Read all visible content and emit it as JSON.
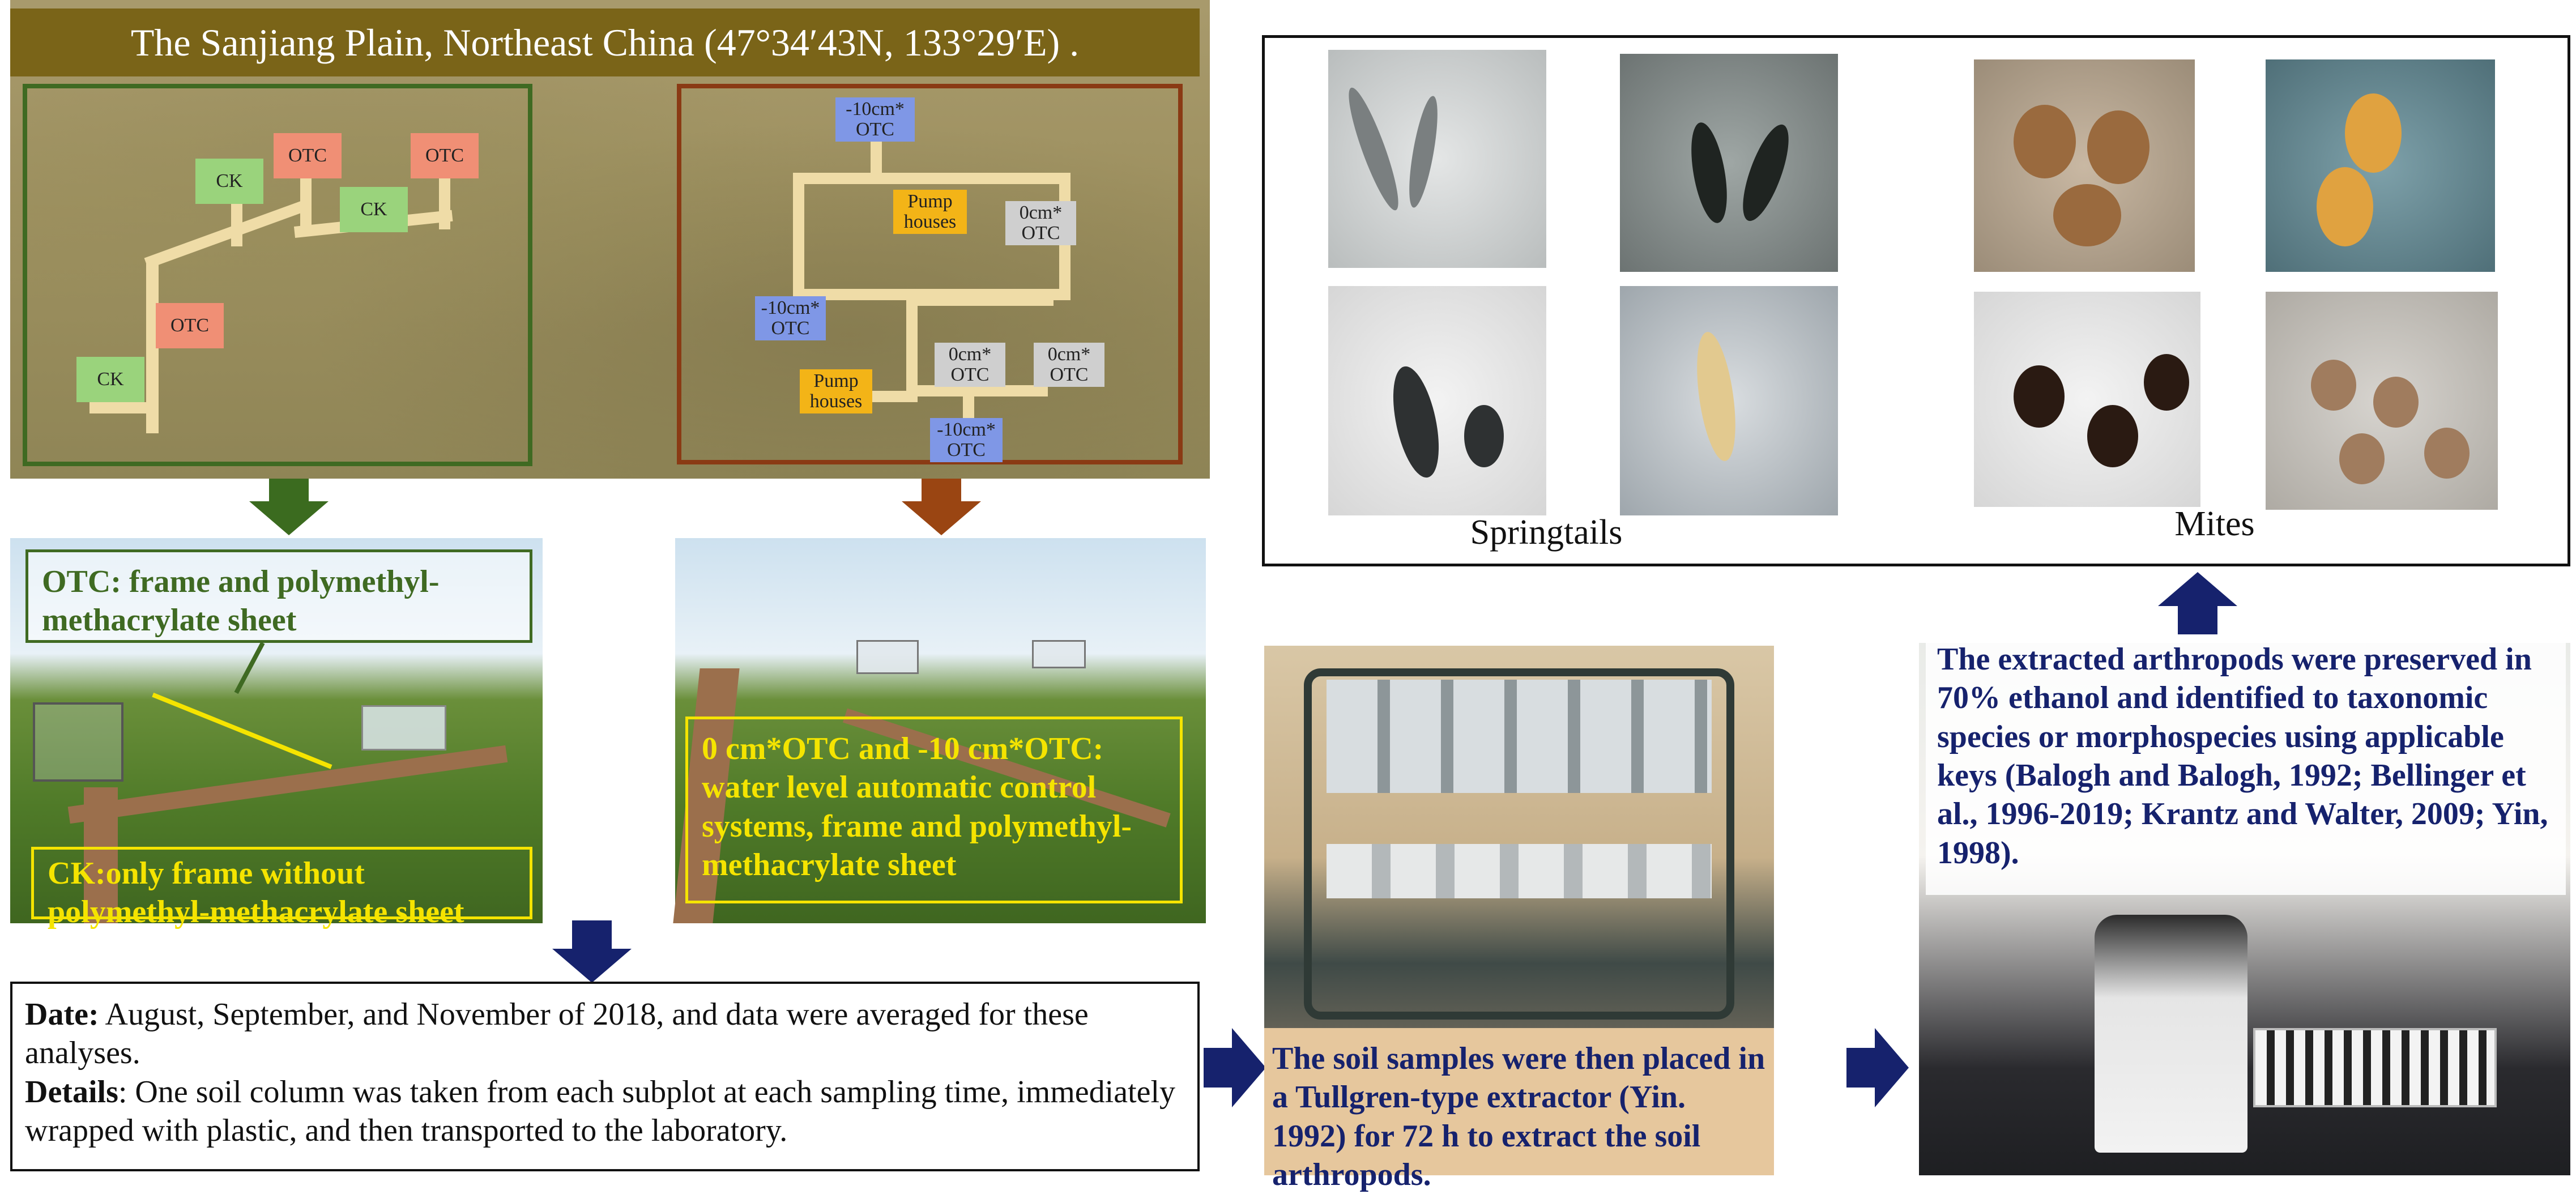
{
  "header": {
    "site_title": "The Sanjiang Plain, Northeast China  (47°34′43N, 133°29′E) ."
  },
  "left_plot": {
    "tags": [
      "CK",
      "OTC",
      "CK",
      "OTC",
      "OTC",
      "CK"
    ]
  },
  "right_plot": {
    "tags": {
      "top": "-10cm*\nOTC",
      "pump1": "Pump\nhouses",
      "zero1": "0cm*\nOTC",
      "neg_left": "-10cm*\nOTC",
      "zero2": "0cm*\nOTC",
      "zero3": "0cm*\nOTC",
      "pump2": "Pump\nhouses",
      "neg_bottom": "-10cm*\nOTC"
    }
  },
  "colors": {
    "green_frame": "#3f6a22",
    "brown_frame": "#8a3a14",
    "green_arrow": "#3b6b1f",
    "brown_arrow": "#9a4512",
    "navy": "#16226d",
    "yellow_text": "#f5e400"
  },
  "otc_photo": {
    "otc_label": "OTC: frame and polymethyl-methacrylate sheet",
    "ck_label": "CK:only frame without polymethyl-methacrylate sheet"
  },
  "water_photo": {
    "label": "0 cm*OTC and -10 cm*OTC: water level automatic control systems, frame and polymethyl-methacrylate  sheet"
  },
  "sampling": {
    "date_label": "Date:",
    "date_text": " August, September, and November of 2018,  and data were averaged for these analyses.",
    "details_label": "Details",
    "details_text": ": One soil column was taken from each subplot at each sampling time, immediately  wrapped with plastic, and then transported to the laboratory."
  },
  "extractor_caption": "The soil samples were then placed in a Tullgren-type extractor (Yin. 1992) for 72 h to extract the soil arthropods.",
  "identification_caption": "The extracted arthropods were preserved in 70% ethanol and identified to taxonomic species or morphospecies using applicable keys (Balogh and Balogh, 1992; Bellinger et al., 1996-2019; Krantz and Walter, 2009; Yin, 1998).",
  "specimens": {
    "springtails_label": "Springtails",
    "mites_label": "Mites"
  }
}
